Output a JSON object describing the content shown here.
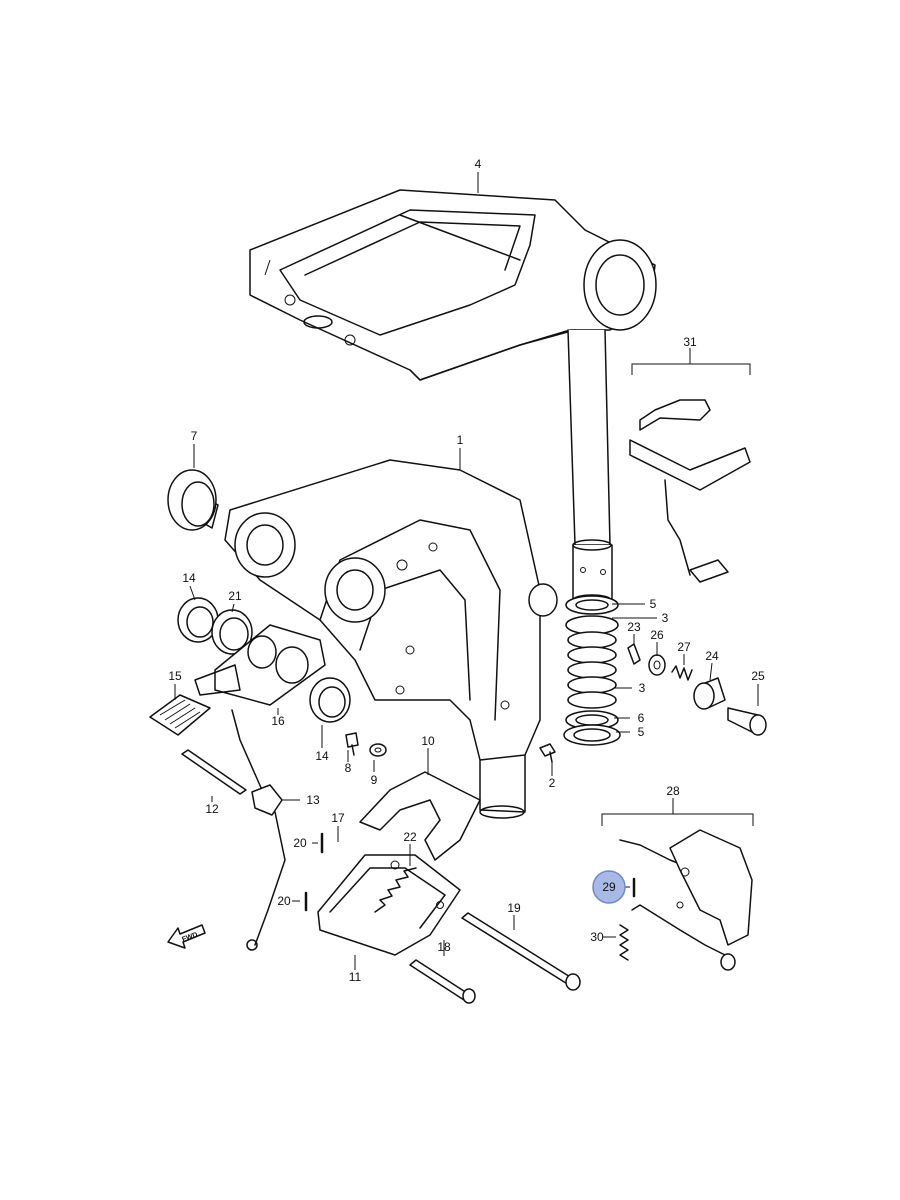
{
  "callouts": {
    "c1": "1",
    "c2": "2",
    "c3a": "3",
    "c3b": "3",
    "c4": "4",
    "c5a": "5",
    "c5b": "5",
    "c6": "6",
    "c7": "7",
    "c8": "8",
    "c9": "9",
    "c10": "10",
    "c11": "11",
    "c12": "12",
    "c13": "13",
    "c14a": "14",
    "c14b": "14",
    "c15": "15",
    "c16": "16",
    "c17": "17",
    "c18": "18",
    "c19": "19",
    "c20a": "20",
    "c20b": "20",
    "c21": "21",
    "c22": "22",
    "c23": "23",
    "c24": "24",
    "c25": "25",
    "c26": "26",
    "c27": "27",
    "c28": "28",
    "c29": "29",
    "c30": "30",
    "c31": "31"
  },
  "fwd_label": "FWD",
  "highlight": {
    "part": "29",
    "color": "#a9b9e6"
  }
}
